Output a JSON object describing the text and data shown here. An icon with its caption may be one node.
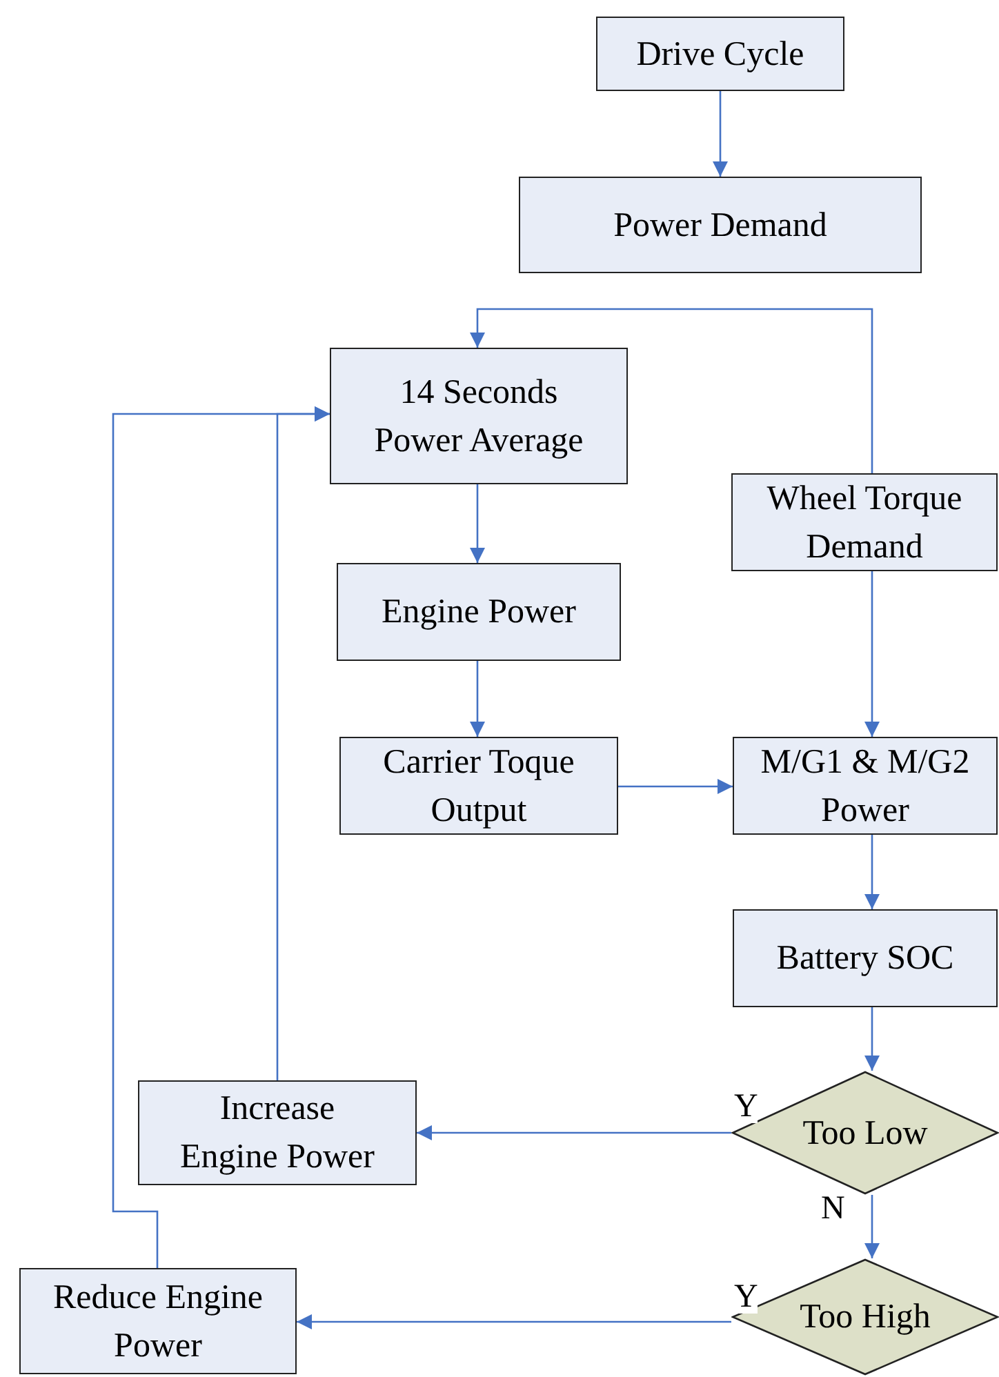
{
  "diagram": {
    "nodes": [
      {
        "text": [
          "Drive Cycle"
        ]
      },
      {
        "text": [
          "Power Demand"
        ]
      },
      {
        "text": [
          "14 Seconds Power Average"
        ]
      },
      {
        "text": [
          "Wheel Torque Demand"
        ]
      },
      {
        "text": [
          "Engine Power"
        ]
      },
      {
        "text": [
          "Carrier Toque Output"
        ]
      },
      {
        "text": [
          "M/G1 & M/G2 Power"
        ]
      },
      {
        "text": [
          "Battery SOC"
        ]
      },
      {
        "text": [
          "Too Low"
        ]
      },
      {
        "text": [
          "Increase Engine Power"
        ]
      },
      {
        "text": [
          "Too High"
        ]
      },
      {
        "text": [
          "Reduce Engine Power"
        ]
      }
    ],
    "edges": [
      {
        "from": 0,
        "to": 1,
        "arrow": "to"
      },
      {
        "from": 3,
        "to": 2,
        "arrow": "to"
      },
      {
        "from": 2,
        "to": 4,
        "arrow": "to"
      },
      {
        "from": 4,
        "to": 5,
        "arrow": "to"
      },
      {
        "from": 5,
        "to": 6,
        "arrow": "to"
      },
      {
        "from": 3,
        "to": 6,
        "arrow": "to"
      },
      {
        "from": 6,
        "to": 7,
        "arrow": "to"
      },
      {
        "from": 7,
        "to": 8,
        "arrow": "to"
      },
      {
        "from": 8,
        "to": 9,
        "arrow": "to",
        "label": "Y"
      },
      {
        "from": 8,
        "to": 10,
        "arrow": "to",
        "label": "N"
      },
      {
        "from": 10,
        "to": 11,
        "arrow": "to",
        "label": "Y"
      },
      {
        "from": 9,
        "to": 2,
        "arrow": "to"
      },
      {
        "from": 11,
        "to": 2,
        "arrow": "to"
      }
    ]
  }
}
